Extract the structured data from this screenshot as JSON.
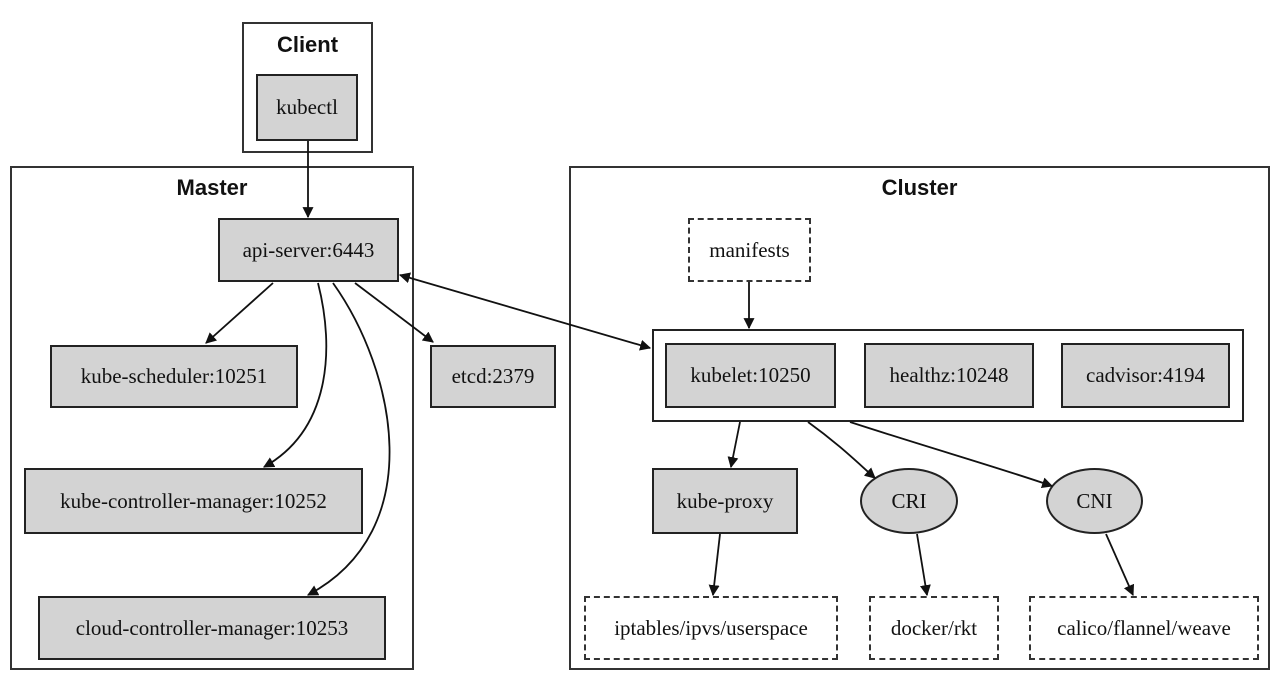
{
  "clusters": {
    "client": "Client",
    "master": "Master",
    "cluster": "Cluster"
  },
  "nodes": {
    "kubectl": "kubectl",
    "api_server": "api-server:6443",
    "kube_scheduler": "kube-scheduler:10251",
    "kube_controller_manager": "kube-controller-manager:10252",
    "cloud_controller_manager": "cloud-controller-manager:10253",
    "etcd": "etcd:2379",
    "manifests": "manifests",
    "kubelet": "kubelet:10250",
    "healthz": "healthz:10248",
    "cadvisor": "cadvisor:4194",
    "kube_proxy": "kube-proxy",
    "cri": "CRI",
    "cni": "CNI",
    "iptables": "iptables/ipvs/userspace",
    "docker": "docker/rkt",
    "calico": "calico/flannel/weave"
  }
}
